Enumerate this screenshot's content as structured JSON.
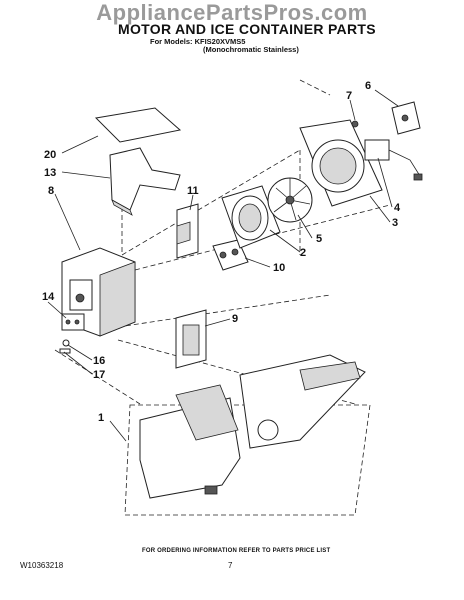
{
  "watermark": "AppliancePartsPros.com",
  "header": {
    "title": "MOTOR AND ICE CONTAINER PARTS",
    "models": "For Models: KFIS20XVMS5",
    "variant": "(Monochromatic Stainless)"
  },
  "callouts": {
    "c1": "1",
    "c2": "2",
    "c3": "3",
    "c4": "4",
    "c5": "5",
    "c6": "6",
    "c7": "7",
    "c8": "8",
    "c9": "9",
    "c10": "10",
    "c11": "11",
    "c13": "13",
    "c14": "14",
    "c16": "16",
    "c17": "17",
    "c20": "20"
  },
  "footer": {
    "note": "FOR ORDERING INFORMATION REFER TO PARTS PRICE LIST",
    "doc_number": "W10363218",
    "page": "7"
  }
}
